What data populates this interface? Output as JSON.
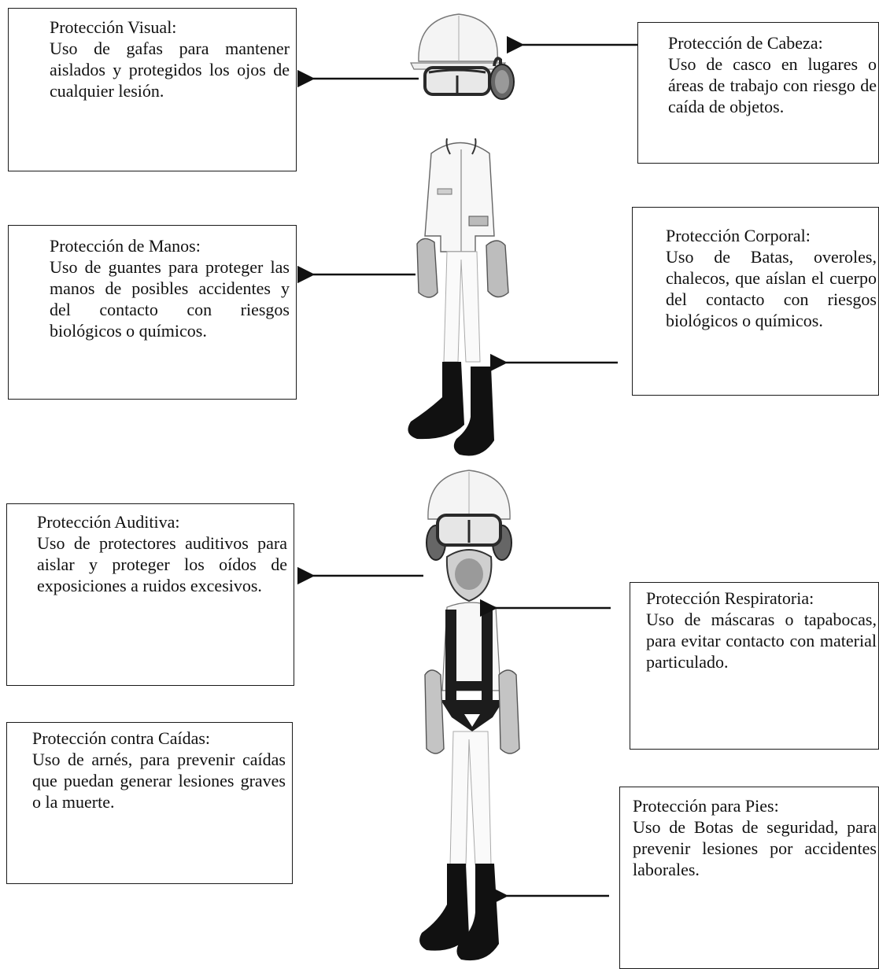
{
  "boxes": {
    "visual": {
      "title": "Protección Visual:",
      "body": "Uso de gafas para mantener aislados y protegidos los ojos de cualquier lesión."
    },
    "cabeza": {
      "title": "Protección de Cabeza:",
      "body": "Uso de casco en lugares o áreas de trabajo con riesgo de caída de objetos."
    },
    "manos": {
      "title": "Protección de Manos:",
      "body": "Uso de guantes para proteger las manos de posibles accidentes y del contacto con riesgos biológicos o químicos."
    },
    "corporal": {
      "title": "Protección Corporal:",
      "body": "Uso de Batas, overoles, chalecos, que aíslan el cuerpo del contacto con riesgos biológicos o químicos."
    },
    "auditiva": {
      "title": "Protección Auditiva:",
      "body": "Uso de protectores auditivos para aislar y proteger los oídos de exposiciones a ruidos excesivos."
    },
    "respiratoria": {
      "title": "Protección Respiratoria:",
      "body": "Uso de máscaras o tapabocas, para evitar contacto con material particulado."
    },
    "caidas": {
      "title": "Protección contra Caídas:",
      "body": "Uso de arnés, para prevenir caídas que puedan generar lesiones graves o la muerte."
    },
    "pies": {
      "title": "Protección para Pies:",
      "body": "Uso de Botas de seguridad, para prevenir lesiones por accidentes laborales."
    }
  },
  "colors": {
    "helmet": "#f4f4f4",
    "goggles": "#2a2a2a",
    "boots": "#111111",
    "harness": "#1c1c1c",
    "gloves": "#bdbdbd",
    "outline": "#555555"
  }
}
